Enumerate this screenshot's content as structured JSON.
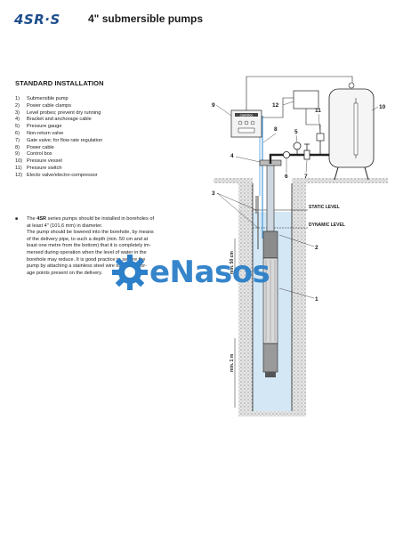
{
  "header": {
    "brand": "4SR·S",
    "title": "4\" submersible pumps"
  },
  "installation": {
    "section_title": "STANDARD INSTALLATION",
    "items": [
      {
        "num": "1)",
        "text": "Submersible pump"
      },
      {
        "num": "2)",
        "text": "Power cable clamps"
      },
      {
        "num": "3)",
        "text": "Level probes; prevent dry running"
      },
      {
        "num": "4)",
        "text": "Bracket and anchorage cable"
      },
      {
        "num": "5)",
        "text": "Pressure gauge"
      },
      {
        "num": "6)",
        "text": "Non-return valve"
      },
      {
        "num": "7)",
        "text": "Gate valve; for flow rate regulation"
      },
      {
        "num": "8)",
        "text": "Power cable"
      },
      {
        "num": "9)",
        "text": "Control box"
      },
      {
        "num": "10)",
        "text": "Pressure vessel"
      },
      {
        "num": "11)",
        "text": "Pressure switch"
      },
      {
        "num": "12)",
        "text": "Electo valve/electro-compressor"
      }
    ],
    "note": {
      "bullet": "■",
      "lead_a": "The ",
      "lead_bold": "4SR",
      "lead_b": " series pumps should be installed in boreholes of",
      "lines": [
        "at least 4\" (101,6 mm) in diameter.",
        "The pump should be lowered into the borehole, by means",
        "of the delivery pipe, to such a depth (min. 50 cm and at",
        "least one metre from the bottom) that it is completely im-",
        "mersed during operation when the level of water in the",
        "borehole may reduce. It is good practice to secure the",
        "pump by attaching a stainless steel wire to the anchor-",
        "age points present on the delivery."
      ]
    }
  },
  "diagram": {
    "labels": {
      "n1": "1",
      "n2": "2",
      "n3": "3",
      "n4": "4",
      "n5": "5",
      "n6": "6",
      "n7": "7",
      "n8": "8",
      "n9": "9",
      "n10": "10",
      "n11": "11",
      "n12": "12"
    },
    "static_level": "STATIC LEVEL",
    "dynamic_level": "DYNAMIC LEVEL",
    "min_50cm": "min. 50 cm",
    "min_1m": "min. 1 m",
    "control_box_label": "CONTROL",
    "colors": {
      "water": "#d4e7f5",
      "line": "#222222",
      "ground": "#9a9a9a"
    }
  },
  "watermark": {
    "text": "eNasos",
    "icon": "gear-icon",
    "color": "#2c7fc9"
  }
}
